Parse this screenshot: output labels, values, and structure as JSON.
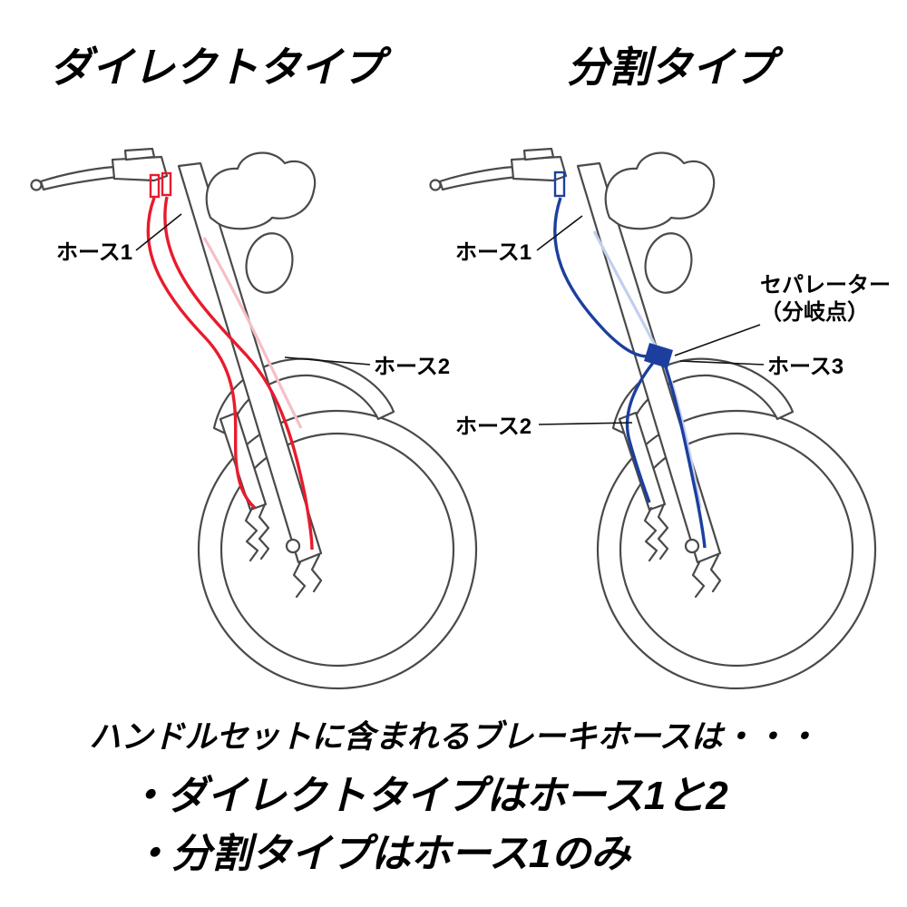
{
  "page": {
    "background": "#ffffff"
  },
  "colors": {
    "line": "#4a4a4a",
    "label_text": "#000000"
  },
  "diagrams": {
    "direct": {
      "title": "ダイレクトタイプ",
      "hose_color": "#e81b2d",
      "hose_color_faded": "#f5bfc7",
      "labels": {
        "hose1": "ホース1",
        "hose2": "ホース2"
      }
    },
    "split": {
      "title": "分割タイプ",
      "hose_color": "#1c3f9f",
      "hose_color_faded": "#c2cfee",
      "labels": {
        "hose1": "ホース1",
        "hose2": "ホース2",
        "hose3": "ホース3",
        "separator_line1": "セパレーター",
        "separator_line2": "（分岐点）"
      }
    }
  },
  "footer": {
    "intro": "ハンドルセットに含まれるブレーキホースは・・・",
    "bullets": [
      "・ダイレクトタイプはホース1と2",
      "・分割タイプはホース1のみ"
    ]
  }
}
